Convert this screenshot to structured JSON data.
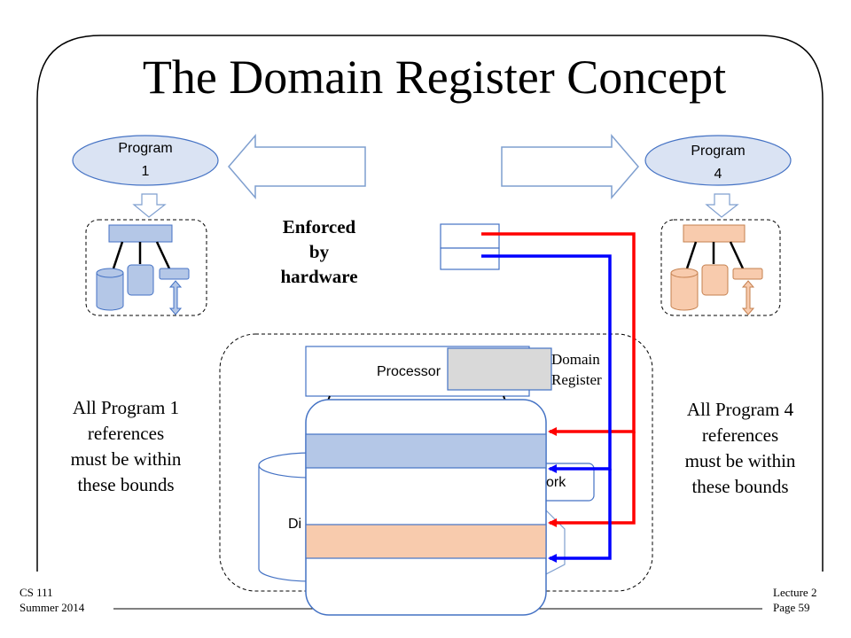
{
  "title": "The Domain Register Concept",
  "program1": {
    "line1": "Program",
    "line2": "1"
  },
  "program4": {
    "line1": "Program",
    "line2": "4"
  },
  "enforced": {
    "line1": "Enforced",
    "line2": "by",
    "line3": "hardware"
  },
  "processor_label": "Processor",
  "domain_register": {
    "line1": "Domain",
    "line2": "Register"
  },
  "network_label": "ork",
  "disk_label": "Di",
  "left_note": {
    "line1": "All Program 1",
    "line2": "references",
    "line3": "must be within",
    "line4": "these bounds"
  },
  "right_note": {
    "line1": "All Program 4",
    "line2": "references",
    "line3": "must be within",
    "line4": "these bounds"
  },
  "footer_left": {
    "line1": "CS 111",
    "line2": "Summer 2014"
  },
  "footer_right": {
    "line1": "Lecture 2",
    "line2": "Page 59"
  },
  "colors": {
    "program1_fill": "#b4c7e7",
    "program4_fill": "#f8cbad",
    "program_oval": "#dae3f3",
    "register_fill": "#d9d9d9",
    "wire_red": "#ff0000",
    "wire_blue": "#0000ff"
  }
}
